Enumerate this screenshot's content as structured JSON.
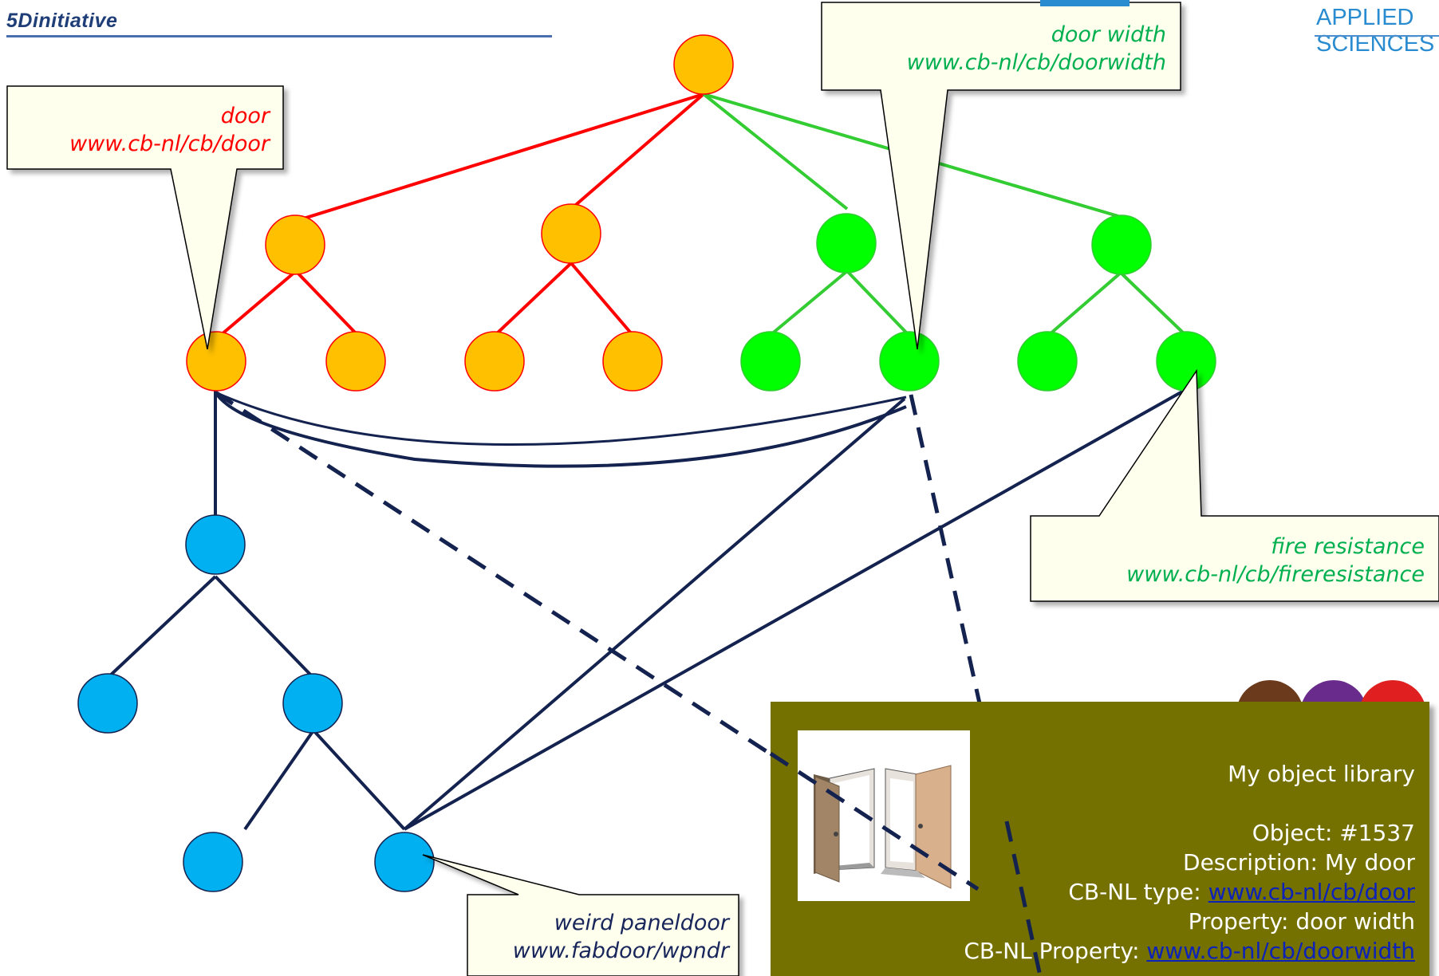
{
  "header": {
    "left_logo_text": "5Dinitiative",
    "right_logo_text": "APPLIED SCIENCES"
  },
  "colors": {
    "red_branch": "#ff0000",
    "green_branch": "#33cc33",
    "navy_links": "#14224f",
    "orange_node": "#ffc000",
    "green_node": "#00ff00",
    "blue_node": "#00b0f0",
    "callout_bg": "#ffffee",
    "library_bg": "#757100"
  },
  "callouts": {
    "door": {
      "name": "door",
      "uri": "www.cb-nl/cb/door"
    },
    "door_width": {
      "name": "door width",
      "uri": "www.cb-nl/cb/doorwidth"
    },
    "fire_resistance": {
      "name": "fire resistance",
      "uri": "www.cb-nl/cb/fireresistance"
    },
    "weird_paneldoor": {
      "name": "weird paneldoor",
      "uri": "www.fabdoor/wpndr"
    }
  },
  "library": {
    "title": "My object library",
    "object_label": "Object: #1537",
    "description_label": "Description: My door",
    "type_label": "CB-NL type: ",
    "type_link": "www.cb-nl/cb/door",
    "property_label": "Property: door width",
    "cbnl_property_label": "CB-NL Property: ",
    "cbnl_property_link": "www.cb-nl/cb/doorwidth"
  }
}
